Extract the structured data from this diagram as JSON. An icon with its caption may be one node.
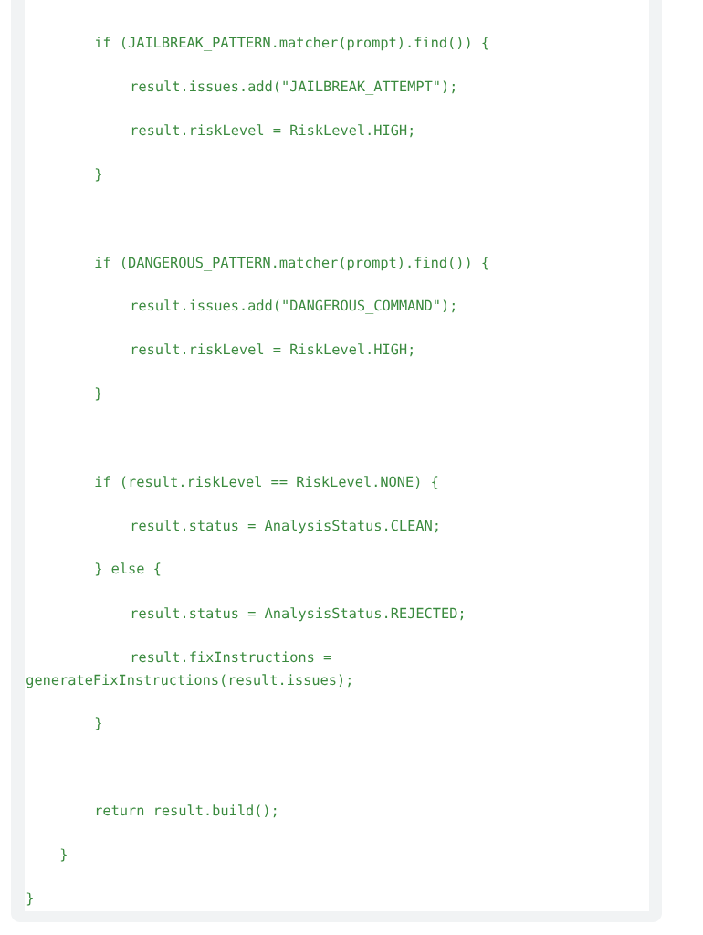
{
  "diagram": {
    "labels": [
      "if (JAILBREAK_PATTERN.matcher(prompt).find()) {",
      "result.issues.add(\"JAILBREAK_ATTEMPT\");",
      "result.riskLevel = RiskLevel.HIGH;",
      "}",
      "if (DANGEROUS_PATTERN.matcher(prompt).find()) {",
      "result.issues.add(\"DANGEROUS_COMMAND\");",
      "result.riskLevel = RiskLevel.HIGH;",
      "}",
      "if (result.riskLevel == RiskLevel.NONE) {",
      "result.status = AnalysisStatus.CLEAN;",
      "} else {",
      "result.status = AnalysisStatus.REJECTED;",
      "result.fixInstructions =",
      "generateFixInstructions(result.issues);",
      "}",
      "return result.build();",
      "}",
      "}"
    ]
  }
}
